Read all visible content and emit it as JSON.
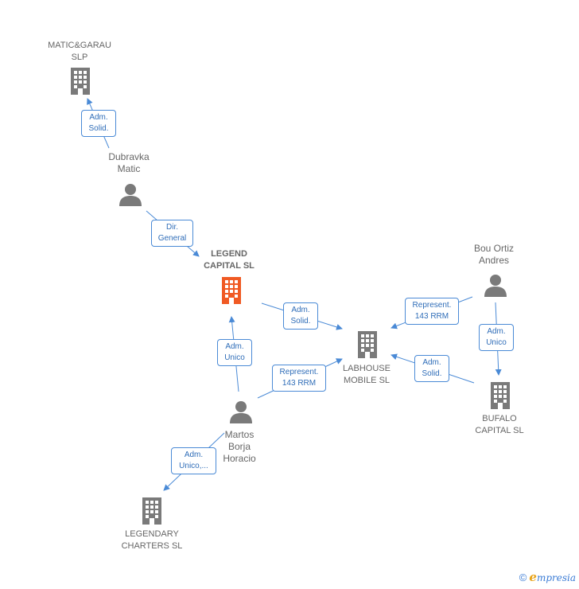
{
  "colors": {
    "node": "#7a7a7a",
    "focus": "#f05a24",
    "edge": "#4a8ad6",
    "edge_text": "#2f6db8",
    "brand_e": "#e8a317"
  },
  "nodes": {
    "matic_garau": {
      "label": "MATIC&GARAU\nSLP",
      "type": "company"
    },
    "dubravka": {
      "label": "Dubravka\nMatic",
      "type": "person"
    },
    "legend_capital": {
      "label": "LEGEND\nCAPITAL  SL",
      "type": "company",
      "focus": true
    },
    "bou_ortiz": {
      "label": "Bou Ortiz\nAndres",
      "type": "person"
    },
    "labhouse": {
      "label": "LABHOUSE\nMOBILE  SL",
      "type": "company"
    },
    "bufalo": {
      "label": "BUFALO\nCAPITAL  SL",
      "type": "company"
    },
    "martos": {
      "label": "Martos\nBorja\nHoracio",
      "type": "person"
    },
    "legendary": {
      "label": "LEGENDARY\nCHARTERS  SL",
      "type": "company"
    }
  },
  "edges": {
    "e1": {
      "label": "Adm.\nSolid."
    },
    "e2": {
      "label": "Dir.\nGeneral"
    },
    "e3": {
      "label": "Adm.\nSolid."
    },
    "e4": {
      "label": "Represent.\n143 RRM"
    },
    "e5": {
      "label": "Adm.\nUnico"
    },
    "e6": {
      "label": "Adm.\nSolid."
    },
    "e7": {
      "label": "Adm.\nUnico"
    },
    "e8": {
      "label": "Represent.\n143 RRM"
    },
    "e9": {
      "label": "Adm.\nUnico,..."
    }
  },
  "footer": {
    "copyright": "©",
    "brand_initial": "e",
    "brand_rest": "mpresia"
  }
}
